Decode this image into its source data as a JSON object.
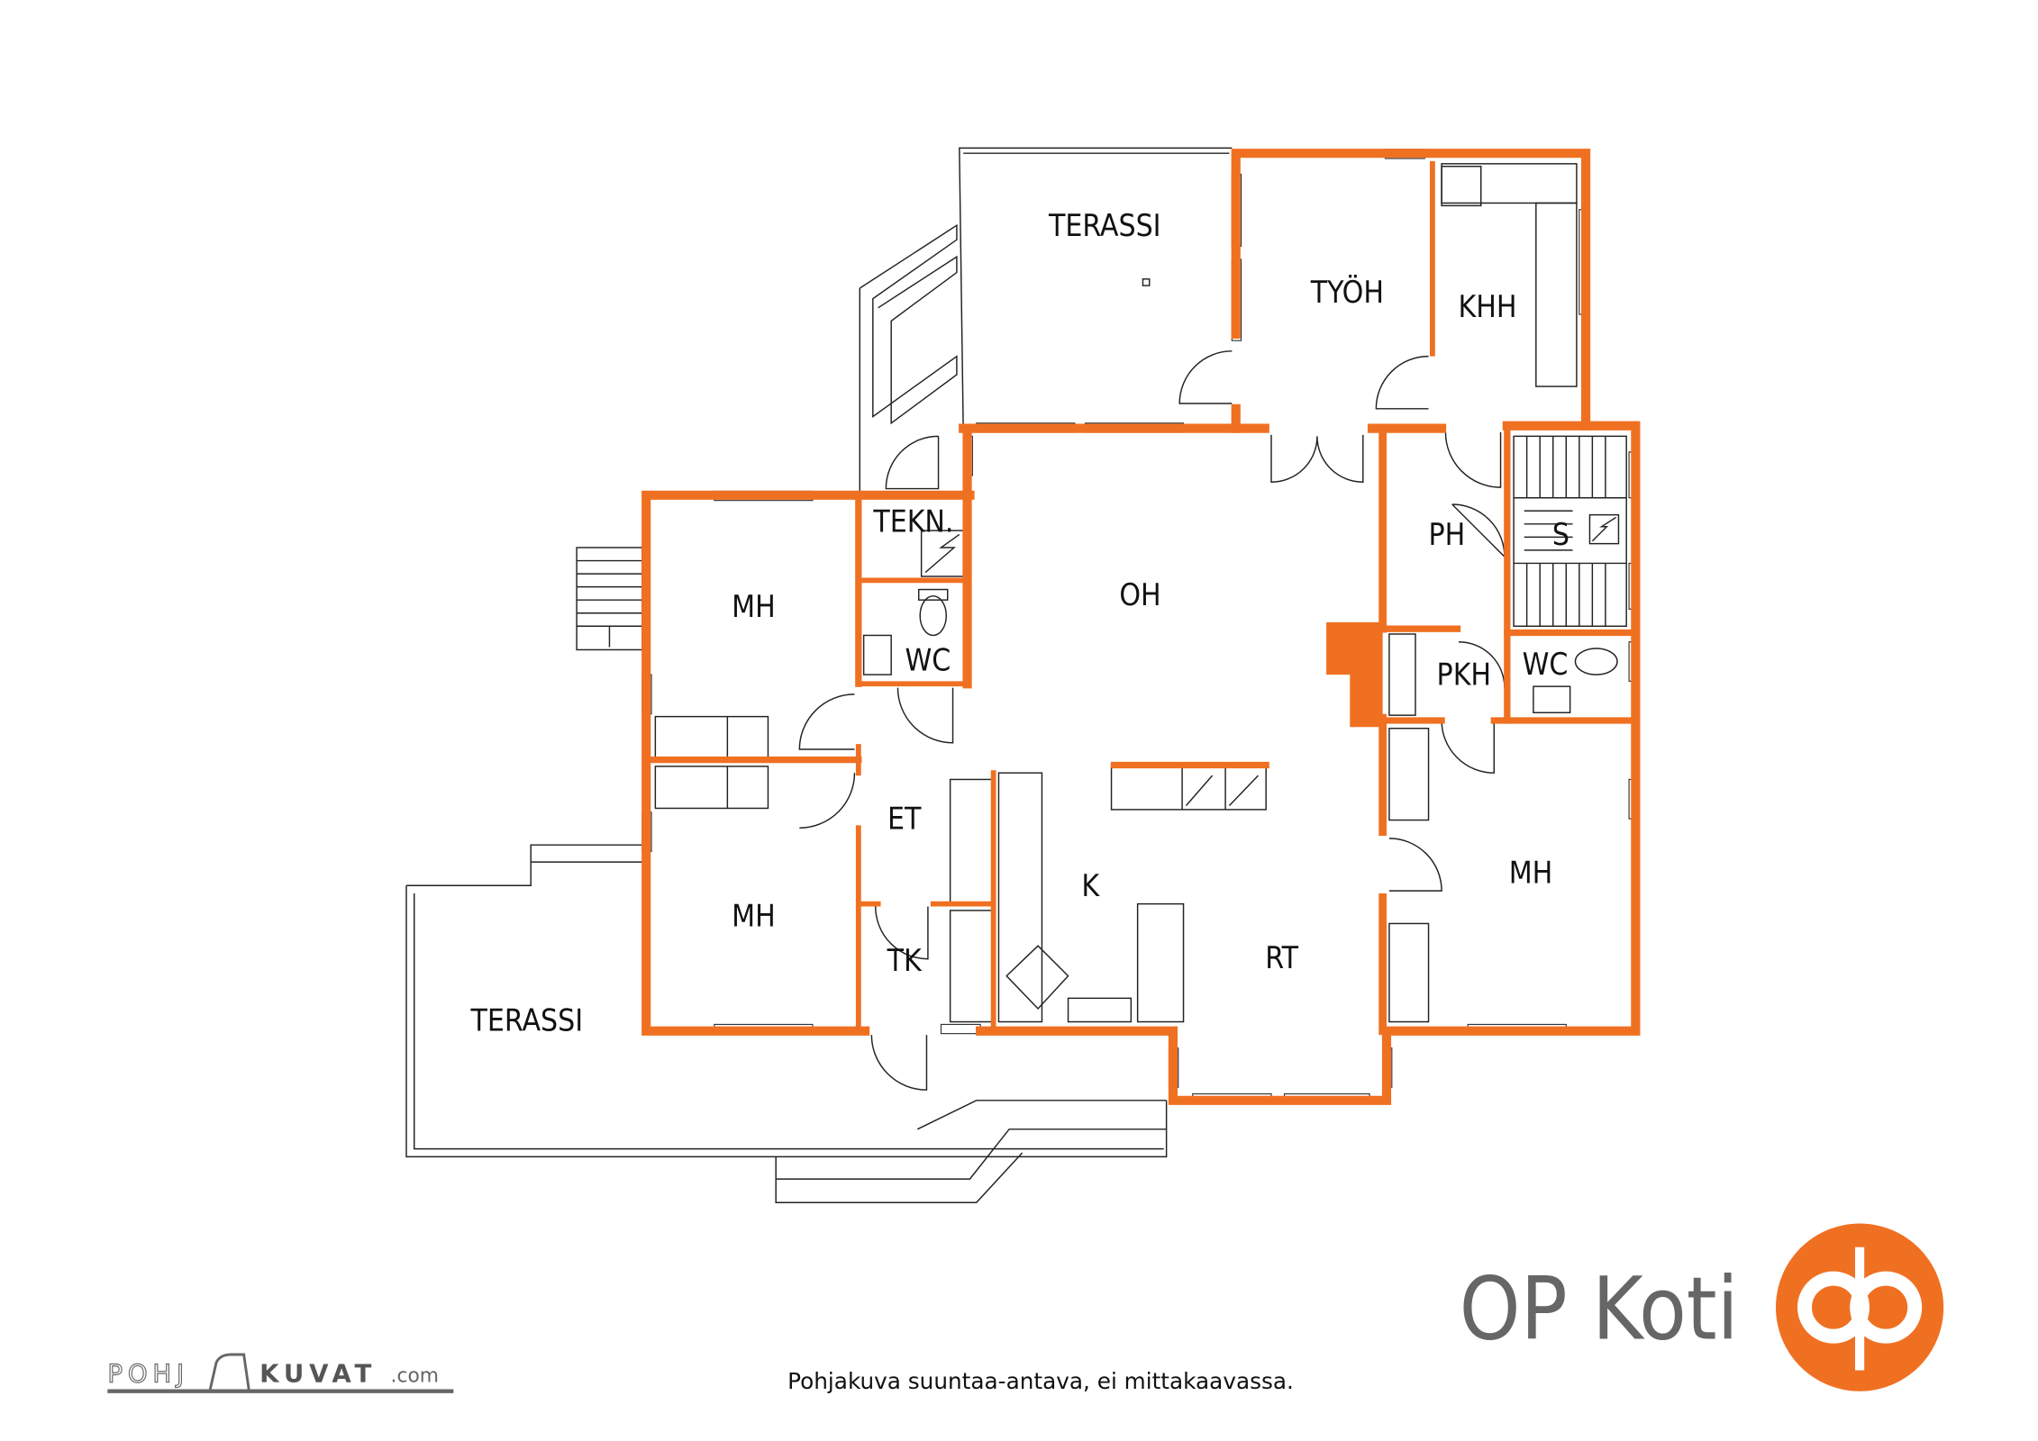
{
  "rooms": {
    "terassi_top": "TERASSI",
    "tyoh": "TYÖH",
    "khh": "KHH",
    "tekn": "TEKN.",
    "wc_left": "WC",
    "mh_top_left": "MH",
    "mh_bottom_left": "MH",
    "oh": "OH",
    "ph": "PH",
    "s": "S",
    "pkh": "PKH",
    "wc_right": "WC",
    "et": "ET",
    "k": "K",
    "tk": "TK",
    "rt": "RT",
    "mh_right": "MH",
    "terassi_bottom": "TERASSI"
  },
  "footer": {
    "disclaimer": "Pohjakuva suuntaa-antava, ei mittakaavassa.",
    "brand": "OP Koti",
    "credit_left": "POHJ",
    "credit_right": "KUVAT",
    "credit_domain": ".com"
  },
  "colors": {
    "wall": "#f07022",
    "brand_text": "#666666"
  }
}
